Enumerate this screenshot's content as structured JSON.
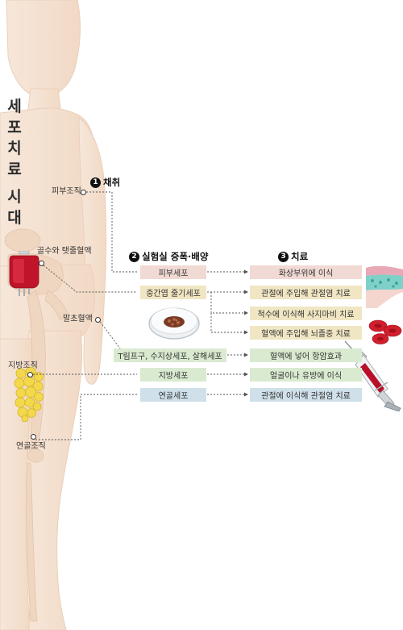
{
  "title_chars": [
    "세",
    "포",
    "치",
    "료",
    "",
    "시",
    "대"
  ],
  "sources": {
    "skin": "피부조직",
    "cord_blood": "골수와 탯줄혈액",
    "peripheral_blood": "말초혈액",
    "fat": "지방조직",
    "cartilage": "연골조직"
  },
  "steps": [
    {
      "num": "1",
      "label": "채취"
    },
    {
      "num": "2",
      "label": "실험실 증폭·배양"
    },
    {
      "num": "3",
      "label": "치료"
    }
  ],
  "cells": {
    "skin_cell": "피부세포",
    "stem_cell": "중간엽 줄기세포",
    "immune_cell": "T림프구, 수지상세포, 살해세포",
    "fat_cell": "지방세포",
    "cartilage_cell": "연골세포"
  },
  "treatments": {
    "burn": "화상부위에 이식",
    "joint_stem": "관절에 주입해 관절염 치료",
    "spinal": "척수에 이식해 사지마비 치료",
    "stroke": "혈액에 주입해 뇌졸중 치료",
    "cancer": "혈액에 넣어 항암효과",
    "face": "얼굴이나 유방에 이식",
    "joint_cartilage": "관절에 이식해 관절염 치료"
  },
  "colors": {
    "body": "#f4e2d2",
    "body_edge": "#e9cdb5",
    "skin_cell_box": "#f1d9d4",
    "stem_box": "#f0e6c3",
    "immune_box": "#d9ead0",
    "cartilage_box": "#cfe0ea",
    "blood_bag": "#c0142a",
    "fat_tissue": "#f2d84a"
  },
  "icons": [
    "blood-bag-icon",
    "petri-dish-icon",
    "skin-tissue-icon",
    "red-blood-cells-icon",
    "syringe-icon",
    "fat-tissue-icon"
  ]
}
